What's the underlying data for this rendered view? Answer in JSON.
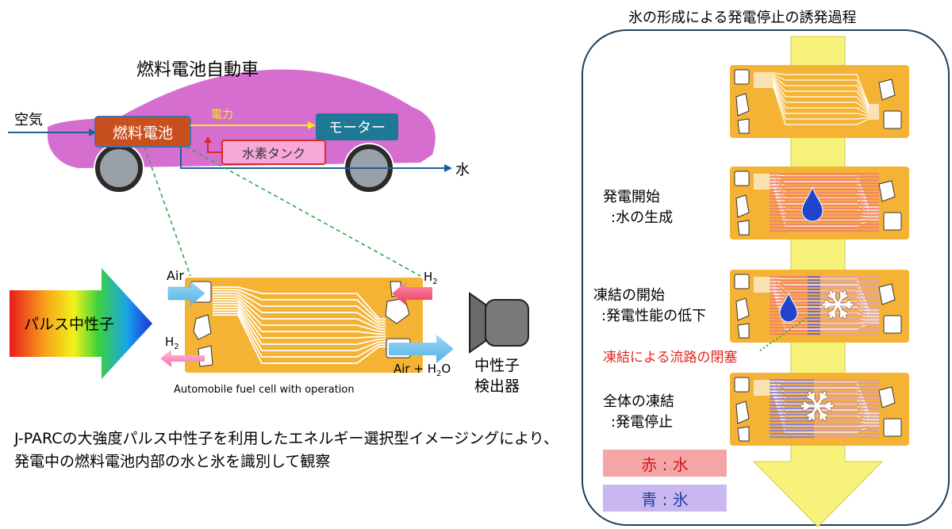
{
  "car": {
    "title": "燃料電池自動車",
    "air_label": "空気",
    "fuel_cell_label": "燃料電池",
    "power_label": "電力",
    "motor_label": "モーター",
    "hydrogen_tank_label": "水素タンク",
    "water_label": "水"
  },
  "cell": {
    "air_in_label": "Air",
    "h2_in_label": "H",
    "h2_in_sub": "2",
    "h2_out_label": "H",
    "h2_out_sub": "2",
    "exhaust_label_prefix": "Air + H",
    "exhaust_sub": "2",
    "exhaust_label_suffix": "O",
    "caption": "Automobile fuel cell with operation"
  },
  "pulse": {
    "label": "パルス中性子"
  },
  "detector": {
    "line1": "中性子",
    "line2": "検出器"
  },
  "description": "J-PARCの大強度パルス中性子を利用したエネルギー選択型イメージングにより、発電中の燃料電池内部の水と氷を識別して観察",
  "process": {
    "title": "氷の形成による発電停止の誘発過程",
    "stages": [
      {
        "line1": "発電開始",
        "line2": ":水の生成"
      },
      {
        "line1": "凍結の開始",
        "line2": ":発電性能の低下"
      },
      {
        "line1": "全体の凍結",
        "line2": ":発電停止"
      }
    ],
    "blockage_label": "凍結による流路の閉塞",
    "legend": [
      {
        "label": "赤 : 水",
        "color": "#f4a6a6",
        "text_color": "#d11a1a"
      },
      {
        "label": "青 : 氷",
        "color": "#c9b8f0",
        "text_color": "#1f3fa6"
      }
    ]
  },
  "colors": {
    "car_body": "#d66ed0",
    "fuel_cell_box": "#c8501e",
    "motor_box": "#1f7896",
    "tank_box": "#f7a8d8",
    "cell_plate": "#f5b335",
    "process_arrow": "#f7f27a",
    "water_drop": "#2244cc",
    "ice_stripe": "#7b68c8",
    "blockage_text": "#e3261d"
  }
}
